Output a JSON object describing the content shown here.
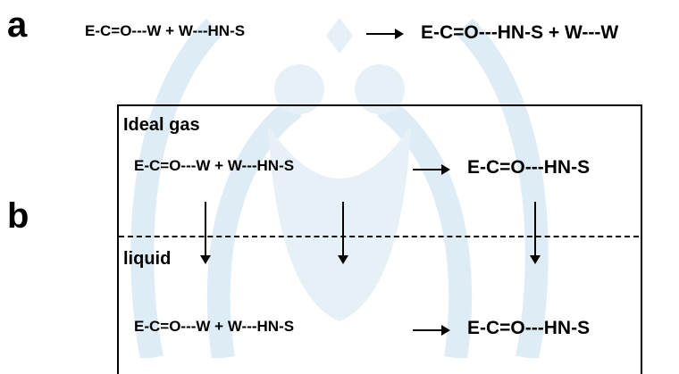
{
  "watermark": {
    "color": "#cfe3f0",
    "icon": "logo-watermark"
  },
  "panel_a": {
    "label": "a",
    "lhs": "E-C=O---W  +  W---HN-S",
    "rhs": "E-C=O---HN-S + W---W"
  },
  "panel_b": {
    "label": "b",
    "ideal_gas_label": "Ideal gas",
    "liquid_label": "liquid",
    "gas_lhs": "E-C=O---W  +  W---HN-S",
    "gas_rhs": "E-C=O---HN-S",
    "liquid_lhs": "E-C=O---W  +  W---HN-S",
    "liquid_rhs": "E-C=O---HN-S"
  }
}
